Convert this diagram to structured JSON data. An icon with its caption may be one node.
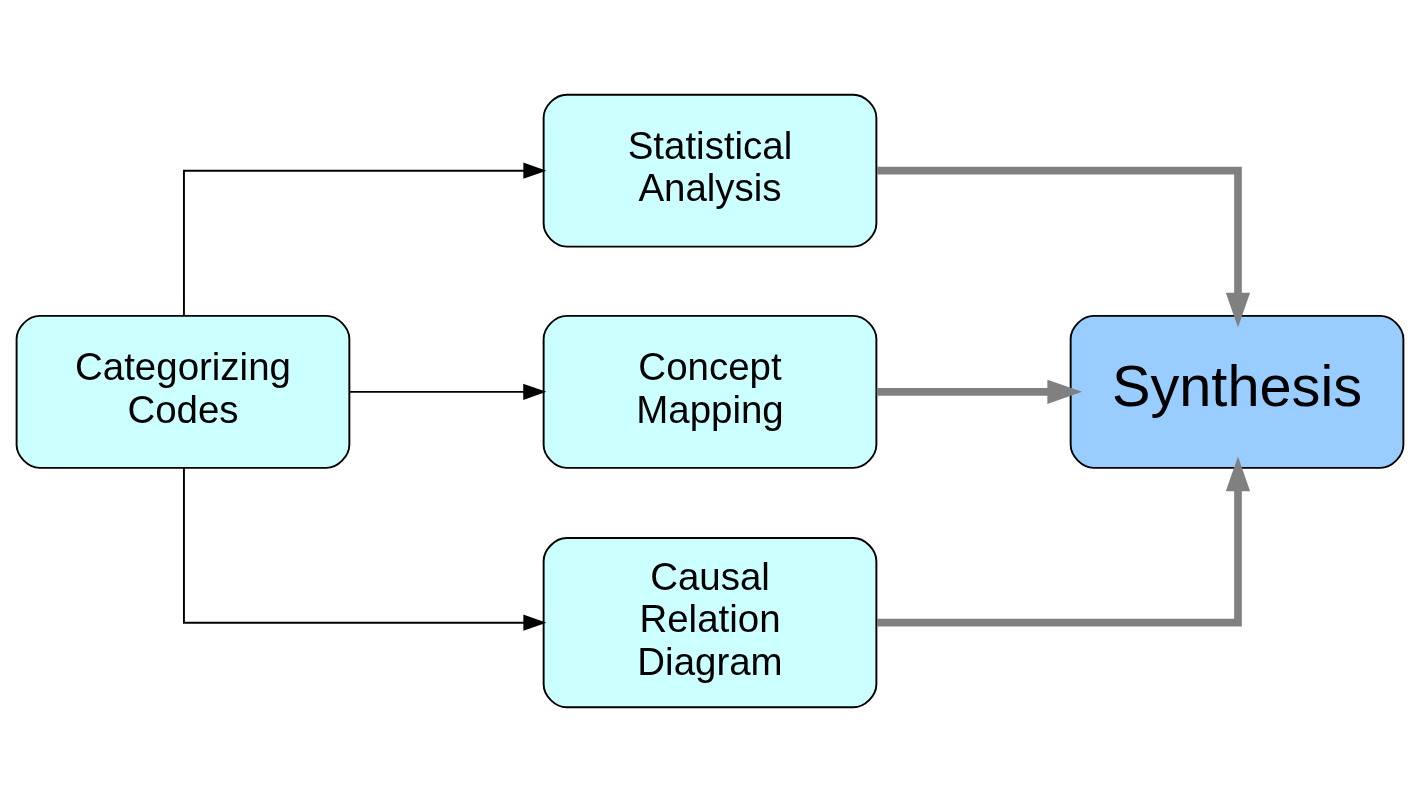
{
  "diagram": {
    "nodes": [
      {
        "text": [
          "Categorizing Codes"
        ]
      },
      {
        "text": [
          "Statistical Analysis"
        ]
      },
      {
        "text": [
          "Concept Mapping"
        ]
      },
      {
        "text": [
          "Causal Relation Diagram"
        ]
      },
      {
        "text": [
          "Synthesis"
        ]
      }
    ],
    "edges": [
      {
        "from": 0,
        "to": 1,
        "arrow": "to"
      },
      {
        "from": 0,
        "to": 2,
        "arrow": "to"
      },
      {
        "from": 0,
        "to": 3,
        "arrow": "to"
      },
      {
        "from": 1,
        "to": 4,
        "arrow": "to",
        "style": "thick",
        "color": "#808080"
      },
      {
        "from": 2,
        "to": 4,
        "arrow": "to",
        "style": "thick",
        "color": "#808080"
      },
      {
        "from": 3,
        "to": 4,
        "arrow": "to",
        "style": "thick",
        "color": "#808080"
      }
    ]
  }
}
